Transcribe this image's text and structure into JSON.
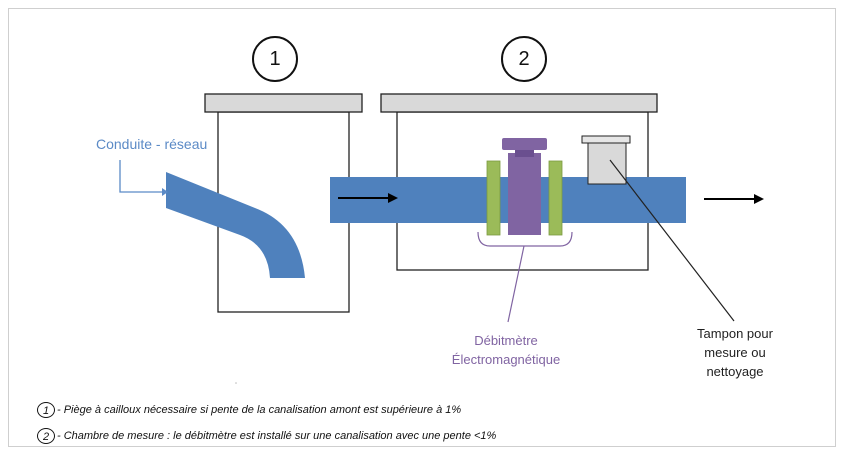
{
  "chamber_numbers": {
    "first": "1",
    "second": "2"
  },
  "labels": {
    "pipe_network": "Conduite - réseau",
    "flowmeter_line1": "Débitmètre",
    "flowmeter_line2": "Électromagnétique",
    "manhole_line1": "Tampon pour",
    "manhole_line2": "mesure ou",
    "manhole_line3": "nettoyage"
  },
  "legend": [
    {
      "number": "1",
      "text": "- Piège à cailloux nécessaire si pente de la canalisation amont est supérieure à 1%"
    },
    {
      "number": "2",
      "text": "- Chambre de mesure : le débitmètre est installé sur une canalisation avec une pente <1%"
    }
  ],
  "colors": {
    "pipe": "#4f81bd",
    "flange": "#9bbb59",
    "meter": "#8064a2",
    "chamber_lid": "#d9d9d9",
    "callout_blue": "#5b8ac6"
  }
}
